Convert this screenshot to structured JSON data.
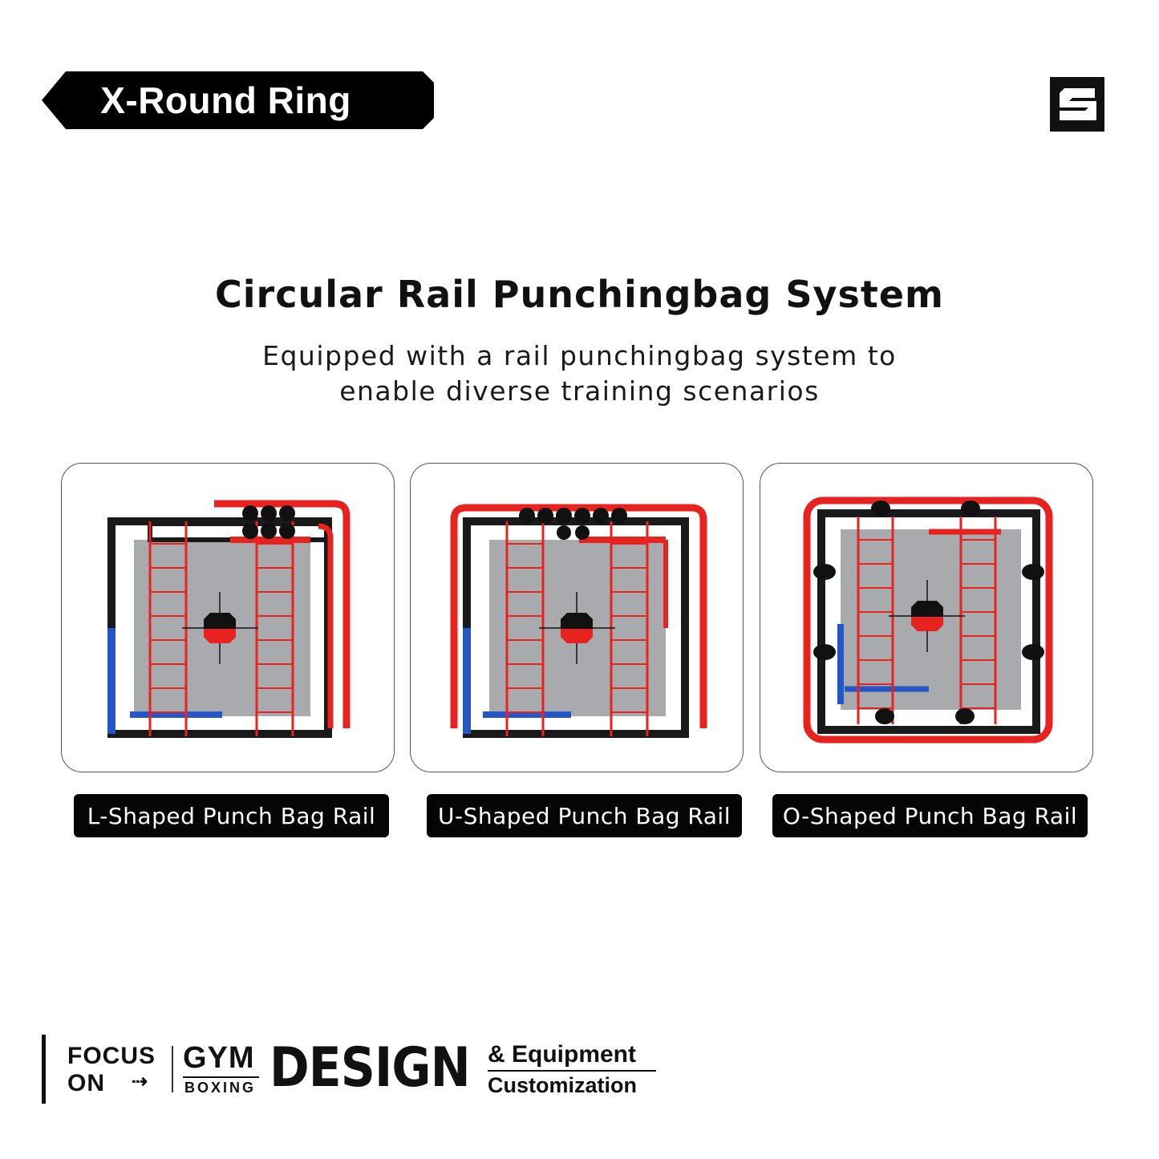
{
  "header": {
    "badge_label": "X-Round Ring",
    "logo_icon": "brand-s-logo-icon"
  },
  "intro": {
    "title": "Circular Rail Punchingbag System",
    "subtitle_line1": "Equipped with a rail punchingbag system to",
    "subtitle_line2": "enable diverse training scenarios"
  },
  "options": [
    {
      "label": "L-Shaped Punch Bag Rail",
      "image_icon": "l-shaped-ring-illustration"
    },
    {
      "label": "U-Shaped Punch Bag Rail",
      "image_icon": "u-shaped-ring-illustration"
    },
    {
      "label": "O-Shaped Punch Bag Rail",
      "image_icon": "o-shaped-ring-illustration"
    }
  ],
  "footer": {
    "focus": "FOCUS",
    "on": "ON",
    "arrow": "⇢",
    "gym": "GYM",
    "boxing": "BOXING",
    "design": "DESIGN",
    "equipment": "& Equipment",
    "customization": "Customization"
  },
  "colors": {
    "rail_red": "#e8231f",
    "frame_black": "#1a1a1a",
    "corner_blue": "#2456c8",
    "canvas_gray": "#a9aaae"
  }
}
